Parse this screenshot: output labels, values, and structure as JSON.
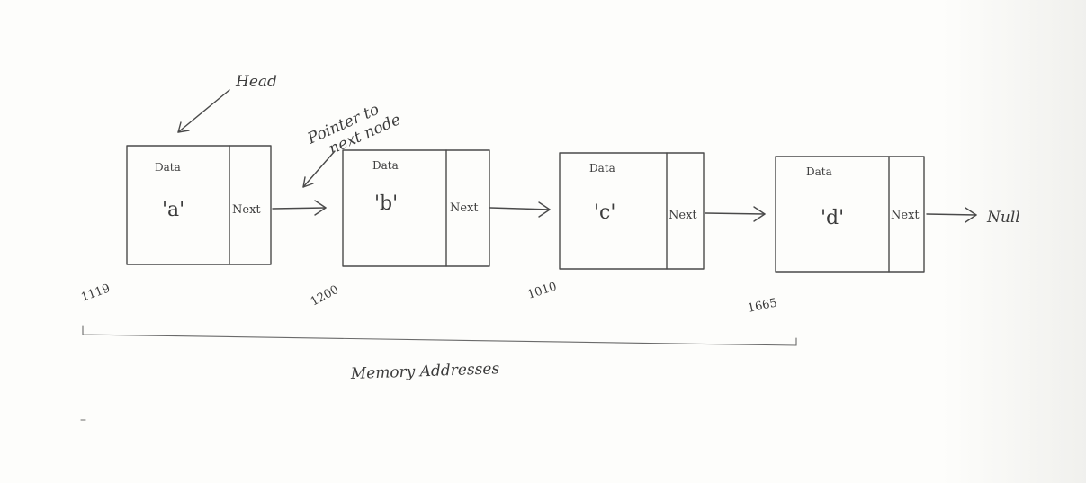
{
  "annotations": {
    "head": "Head",
    "pointer_line1": "Pointer to",
    "pointer_line2": "next node",
    "memory_addresses": "Memory Addresses",
    "null": "Null"
  },
  "nodes": [
    {
      "data_label": "Data",
      "value": "'a'",
      "next_label": "Next",
      "address": "1119"
    },
    {
      "data_label": "Data",
      "value": "'b'",
      "next_label": "Next",
      "address": "1200"
    },
    {
      "data_label": "Data",
      "value": "'c'",
      "next_label": "Next",
      "address": "1010"
    },
    {
      "data_label": "Data",
      "value": "'d'",
      "next_label": "Next",
      "address": "1665"
    }
  ]
}
